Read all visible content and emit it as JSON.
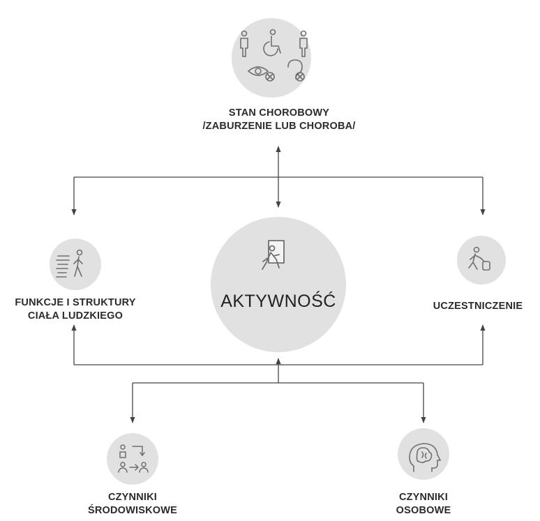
{
  "nodes": {
    "health": {
      "line1": "STAN CHOROBOWY",
      "line2": "/ZABURZENIE LUB CHOROBA/"
    },
    "body": {
      "line1": "FUNKCJE I STRUKTURY",
      "line2": "CIAŁA LUDZKIEGO"
    },
    "activity": {
      "label": "AKTYWNOŚĆ"
    },
    "participation": {
      "label": "UCZESTNICZENIE"
    },
    "environment": {
      "line1": "CZYNNIKI",
      "line2": "ŚRODOWISKOWE"
    },
    "personal": {
      "line1": "CZYNNIKI",
      "line2": "OSOBOWE"
    }
  },
  "colors": {
    "circle": "#e1e1e1",
    "icon": "#6f6f6f",
    "line": "#444444",
    "text": "#2b2b2b"
  }
}
